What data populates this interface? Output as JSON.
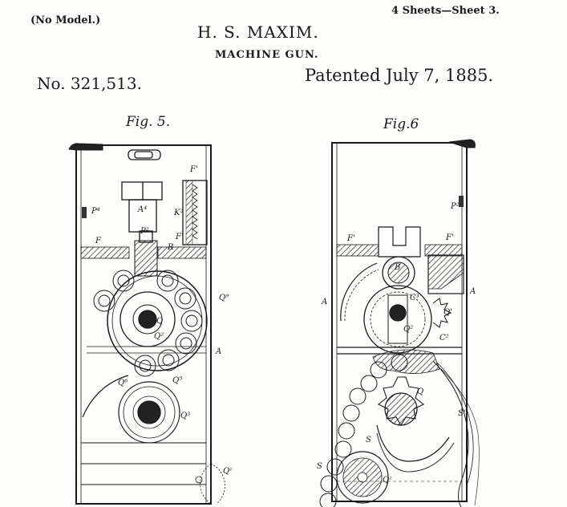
{
  "header": {
    "no_model": "(No Model.)",
    "sheet_info": "4 Sheets—Sheet 3.",
    "inventor": "H. S. MAXIM.",
    "title": "MACHINE GUN.",
    "patent_number": "No. 321,513.",
    "patent_date": "Patented July 7, 1885."
  },
  "figures": {
    "fig5": {
      "label": "Fig. 5.",
      "labels": {
        "A4": "A⁴",
        "F1": "F'",
        "P2": "P²",
        "P4": "P⁴",
        "K2": "K²",
        "F": "F",
        "F_right": "F'",
        "R": "R",
        "Q2": "Q²",
        "Q": "Q",
        "Q9": "Q⁹",
        "Q5": "Q⁵",
        "Q6": "Q⁶",
        "A": "A",
        "Qz": "Qᶻ",
        "Q3": "Q³"
      }
    },
    "fig6": {
      "label": "Fig.6",
      "labels": {
        "P2": "P²",
        "F_left": "F'",
        "F_right": "F'",
        "B": "B",
        "A_left": "A",
        "A_right": "A",
        "C3": "C³",
        "Q2": "Q²",
        "Q1": "Q'",
        "C2": "C²",
        "Q": "Q",
        "S": "S",
        "S_right": "S'",
        "Qz": "Qᶻ",
        "S2": "S"
      }
    }
  }
}
